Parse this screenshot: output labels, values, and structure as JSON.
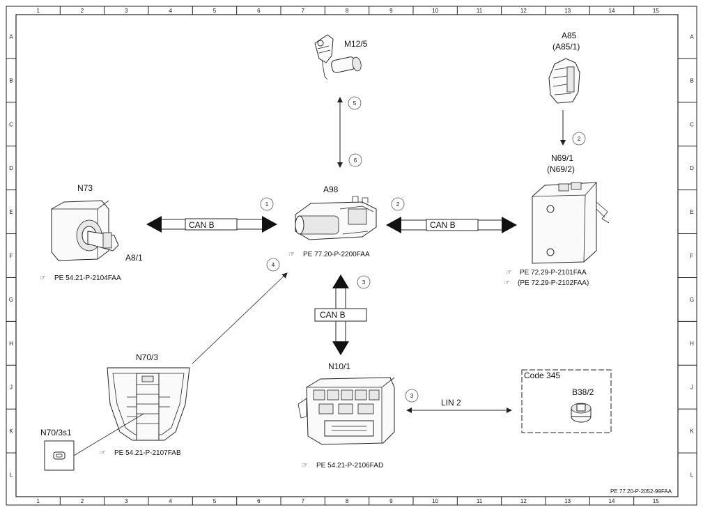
{
  "frame": {
    "columns": [
      "1",
      "2",
      "3",
      "4",
      "5",
      "6",
      "7",
      "8",
      "9",
      "10",
      "11",
      "12",
      "13",
      "14",
      "15"
    ],
    "rows": [
      "A",
      "B",
      "C",
      "D",
      "E",
      "F",
      "G",
      "H",
      "J",
      "K",
      "L"
    ],
    "footer_code": "PE 77.20-P-2052-99FAA"
  },
  "components": {
    "m12_5": {
      "label": "M12/5"
    },
    "a85": {
      "label": "A85",
      "sublabel": "(A85/1)"
    },
    "n69_1": {
      "label": "N69/1",
      "sublabel": "(N69/2)",
      "ref1": "PE 72.29-P-2101FAA",
      "ref2": "(PE 72.29-P-2102FAA)"
    },
    "n73": {
      "label": "N73",
      "sub_part": "A8/1",
      "ref": "PE 54.21-P-2104FAA"
    },
    "a98": {
      "label": "A98",
      "ref": "PE 77.20-P-2200FAA"
    },
    "n70_3": {
      "label": "N70/3",
      "ref": "PE 54.21-P-2107FAB"
    },
    "n70_3s1": {
      "label": "N70/3s1"
    },
    "n10_1": {
      "label": "N10/1",
      "ref": "PE 54.21-P-2106FAD"
    },
    "code_box": {
      "code": "Code 345",
      "label": "B38/2"
    }
  },
  "connections": {
    "can_left": "CAN B",
    "can_right": "CAN B",
    "can_down": "CAN B",
    "lin": "LIN 2"
  },
  "markers": [
    "1",
    "2",
    "3",
    "4",
    "5",
    "6",
    "2",
    "3"
  ]
}
